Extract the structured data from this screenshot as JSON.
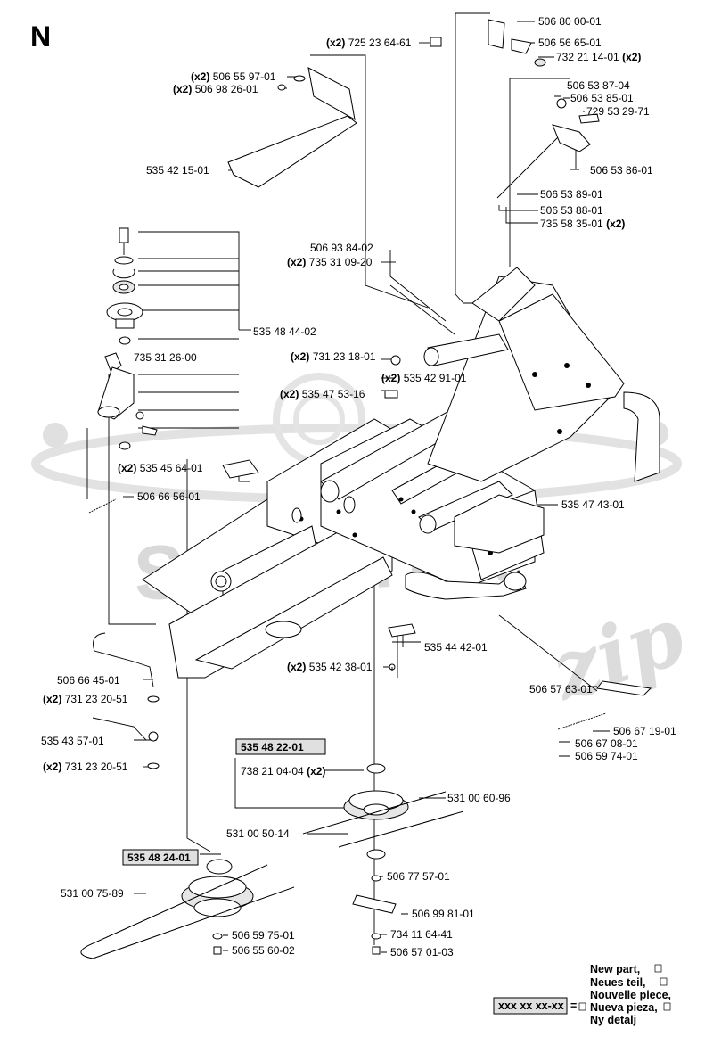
{
  "section_letter": "N",
  "watermark": {
    "word1": "SCOOTER",
    "word2": "zip"
  },
  "labels": [
    {
      "id": "l1",
      "qty": "(x2)",
      "text": "725 23 64-61"
    },
    {
      "id": "l2",
      "qty": "",
      "text": "506 80 00-01"
    },
    {
      "id": "l3",
      "qty": "",
      "text": "506 56 65-01"
    },
    {
      "id": "l4",
      "qty": "(x2)",
      "text": "732 21 14-01"
    },
    {
      "id": "l5",
      "qty": "(x2)",
      "text": "506 55 97-01"
    },
    {
      "id": "l6",
      "qty": "(x2)",
      "text": "506 98 26-01"
    },
    {
      "id": "l7",
      "qty": "",
      "text": "506 53 87-04"
    },
    {
      "id": "l8",
      "qty": "",
      "text": "506 53 85-01"
    },
    {
      "id": "l9",
      "qty": "",
      "text": "729 53 29-71"
    },
    {
      "id": "l10",
      "qty": "",
      "text": "535 42 15-01"
    },
    {
      "id": "l11",
      "qty": "",
      "text": "506 53 86-01"
    },
    {
      "id": "l12",
      "qty": "",
      "text": "506 53 89-01"
    },
    {
      "id": "l13",
      "qty": "",
      "text": "506 53 88-01"
    },
    {
      "id": "l14",
      "qty": "(x2)",
      "text": "735 58 35-01"
    },
    {
      "id": "l15",
      "qty": "",
      "text": "506 93 84-02"
    },
    {
      "id": "l16",
      "qty": "(x2)",
      "text": "735 31 09-20"
    },
    {
      "id": "l17",
      "qty": "",
      "text": "535 48 44-02"
    },
    {
      "id": "l18",
      "qty": "",
      "text": "735 31 26-00"
    },
    {
      "id": "l19",
      "qty": "(x2)",
      "text": "731 23 18-01"
    },
    {
      "id": "l20",
      "qty": "(x2)",
      "text": "535 42 91-01"
    },
    {
      "id": "l21",
      "qty": "(x2)",
      "text": "535 47 53-16"
    },
    {
      "id": "l22",
      "qty": "(x2)",
      "text": "535 45 64-01"
    },
    {
      "id": "l23",
      "qty": "",
      "text": "506 66 56-01"
    },
    {
      "id": "l24",
      "qty": "",
      "text": "535 47 43-01"
    },
    {
      "id": "l25",
      "qty": "",
      "text": "535 44 42-01"
    },
    {
      "id": "l26",
      "qty": "(x2)",
      "text": "535 42 38-01"
    },
    {
      "id": "l27",
      "qty": "",
      "text": "506 66 45-01"
    },
    {
      "id": "l28",
      "qty": "(x2)",
      "text": "731 23 20-51"
    },
    {
      "id": "l29",
      "qty": "",
      "text": "506 57 63-01"
    },
    {
      "id": "l30",
      "qty": "",
      "text": "506 67 19-01"
    },
    {
      "id": "l31",
      "qty": "",
      "text": "535 43 57-01"
    },
    {
      "id": "l32",
      "qty": "",
      "text": "506 67 08-01"
    },
    {
      "id": "l33",
      "qty": "",
      "text": "506 59 74-01"
    },
    {
      "id": "l34",
      "qty": "(x2)",
      "text": "731 23 20-51"
    },
    {
      "id": "l35",
      "qty": "",
      "text": "535 48 22-01"
    },
    {
      "id": "l36",
      "qty": "(x2)",
      "text": "738 21 04-04"
    },
    {
      "id": "l37",
      "qty": "",
      "text": "531 00 60-96"
    },
    {
      "id": "l38",
      "qty": "",
      "text": "531 00 50-14"
    },
    {
      "id": "l39",
      "qty": "",
      "text": "535 48 24-01"
    },
    {
      "id": "l40",
      "qty": "",
      "text": "531 00 75-89"
    },
    {
      "id": "l41",
      "qty": "",
      "text": "506 77 57-01"
    },
    {
      "id": "l42",
      "qty": "",
      "text": "506 99 81-01"
    },
    {
      "id": "l43",
      "qty": "",
      "text": "506 59 75-01"
    },
    {
      "id": "l44",
      "qty": "",
      "text": "734 11 64-41"
    },
    {
      "id": "l45",
      "qty": "",
      "text": "506 55 60-02"
    },
    {
      "id": "l46",
      "qty": "",
      "text": "506 57 01-03"
    }
  ],
  "legend": {
    "box_text": "xxx xx xx-xx",
    "equals": "=",
    "lines": [
      "New part,",
      "Neues teil,",
      "Nouvelle piece,",
      "Nueva pieza,",
      "Ny detalj"
    ]
  }
}
